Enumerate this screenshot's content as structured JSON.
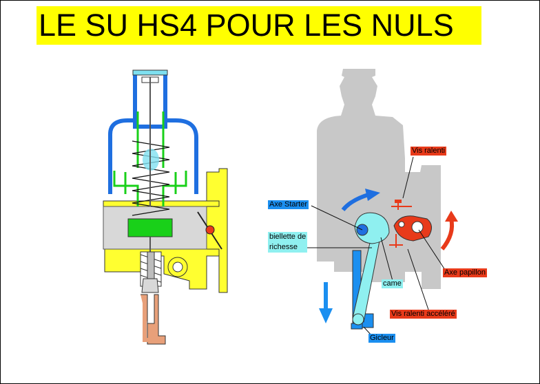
{
  "title": "LE SU HS4 POUR LES NULS",
  "labels": {
    "vis_ralenti": "Vis ralenti",
    "axe_starter": "Axe Starter",
    "biellette_1": "biellette de",
    "biellette_2": "richesse",
    "came": "came",
    "axe_papillon": "Axe papillon",
    "vis_ralenti_accelere": "Vis ralenti accéléré",
    "gicleur": "Gicleur"
  },
  "colors": {
    "title_bg": "#ffff00",
    "carb_blue": "#1f6fe0",
    "carb_green": "#19d019",
    "carb_yellow": "#ffff30",
    "carb_body": "#d8d8d8",
    "silhouette": "#c8c8c8",
    "link_cyan": "#8ff0f0",
    "starter_blue": "#1b8ff0",
    "throttle_red": "#e83a1a",
    "needle_salmon": "#e8a07a"
  }
}
